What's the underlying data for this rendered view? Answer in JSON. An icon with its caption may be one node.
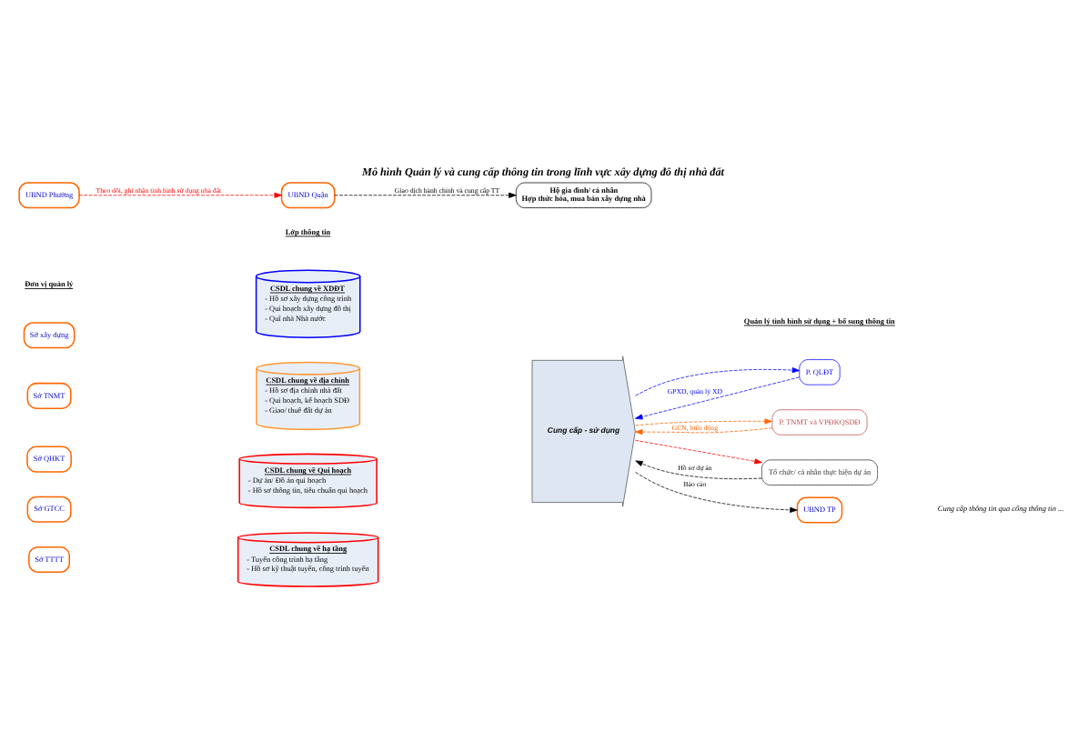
{
  "diagram": {
    "title": "Mô hình Quản lý và cung cấp thông tin trong lĩnh vực xây dựng đô thị nhà đất",
    "nodes": [
      {
        "text": [
          "Sở xây dựng"
        ]
      },
      {
        "text": [
          "Sở TNMT"
        ]
      },
      {
        "text": [
          "Sở QHKT"
        ]
      },
      {
        "text": [
          "Sở GTCC"
        ]
      },
      {
        "text": [
          "Sở TTTT"
        ]
      },
      {
        "text": [
          "CSDL chung về XDĐT",
          "- Hồ sơ xây dựng công trình",
          "- Qui hoạch xây dựng đô thị",
          "- Quĩ nhà Nhà nước"
        ]
      },
      {
        "text": [
          "CSDL chung về địa chính",
          "- Hồ sơ địa chính nhà đất",
          "- Qui hoạch, kế hoạch SDĐ",
          "- Giao/ thuê đất dự án"
        ]
      },
      {
        "text": [
          "CSDL chung về Qui hoạch",
          "- Dự án/ Đồ án qui hoạch",
          "- Hồ sơ thông tin, tiêu chuẩn qui hoạch"
        ]
      },
      {
        "text": [
          "CSDL chung về hạ tầng",
          "- Tuyến công trình hạ tầng",
          "- Hồ sơ kỹ thuật tuyến, công trình tuyến"
        ]
      },
      {
        "text": [
          "Cung cấp - sử dụng"
        ]
      },
      {
        "text": [
          "P. QLĐT"
        ]
      },
      {
        "text": [
          "P. TNMT và VPĐKQSDĐ"
        ]
      },
      {
        "text": [
          "UBND Quận"
        ]
      },
      {
        "text": [
          "Tổ chức/ cá nhân thực hiện dự án"
        ]
      },
      {
        "text": [
          "UBND Phường"
        ]
      },
      {
        "text": [
          "Hộ gia đình/ cá nhân",
          "Hợp thức hóa, mua bán xây dựng nhà"
        ]
      },
      {
        "text": [
          "UBND TP"
        ]
      }
    ],
    "edges": [
      {
        "from": 9,
        "to": 10,
        "arrow": "to",
        "style": "dashed",
        "color": "#0000ff"
      },
      {
        "from": 10,
        "to": 9,
        "arrow": "to",
        "label": "GPXD, quản lý XD",
        "style": "dashed",
        "color": "#0000ff"
      },
      {
        "from": 9,
        "to": 11,
        "arrow": "to",
        "style": "dashed",
        "color": "#ff6600"
      },
      {
        "from": 11,
        "to": 9,
        "arrow": "to",
        "label": "GCN, biến động",
        "style": "dashed",
        "color": "#ff6600"
      },
      {
        "from": 13,
        "to": 9,
        "arrow": "to",
        "label": "Hồ sơ dự án",
        "style": "dashed"
      },
      {
        "from": 9,
        "to": 13,
        "arrow": "to",
        "style": "dashed",
        "color": "#ff0000"
      },
      {
        "from": 14,
        "to": 12,
        "arrow": "to",
        "label": "Theo dõi, ghi nhận tình hình sử dụng nhà đất",
        "style": "dashed",
        "color": "#ff0000"
      },
      {
        "from": 12,
        "to": 15,
        "arrow": "to",
        "label": "Giao dịch hành chính và cung cấp TT",
        "style": "dashed"
      },
      {
        "from": 9,
        "to": 16,
        "arrow": "to",
        "label": "Báo cáo",
        "style": "dashed"
      }
    ],
    "labels": [
      "Đơn vị quản lý",
      "Lớp thông tin",
      "Quản lý tình hình sử dụng + bổ sung thông tin",
      "Cung cấp thông tin qua cổng thông tin ..."
    ]
  }
}
